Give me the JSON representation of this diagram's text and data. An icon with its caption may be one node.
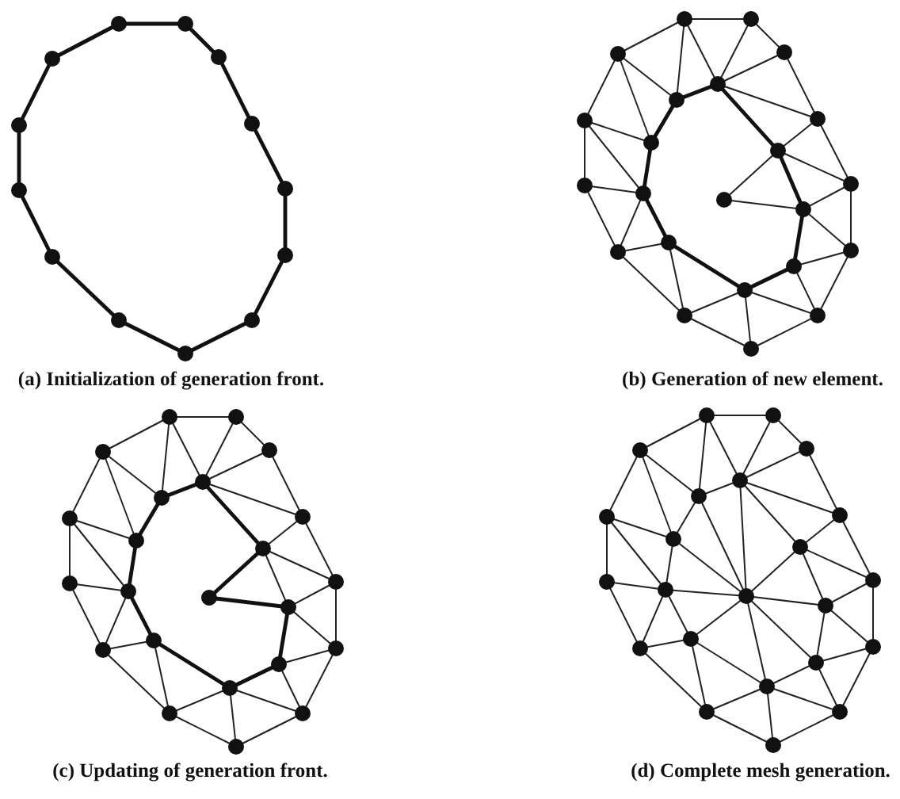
{
  "diagram": {
    "labels": [
      "(a) Initialization of generation front.",
      "(b) Generation of new element.",
      "(c) Updating of generation front.",
      "(d) Complete mesh generation."
    ]
  }
}
